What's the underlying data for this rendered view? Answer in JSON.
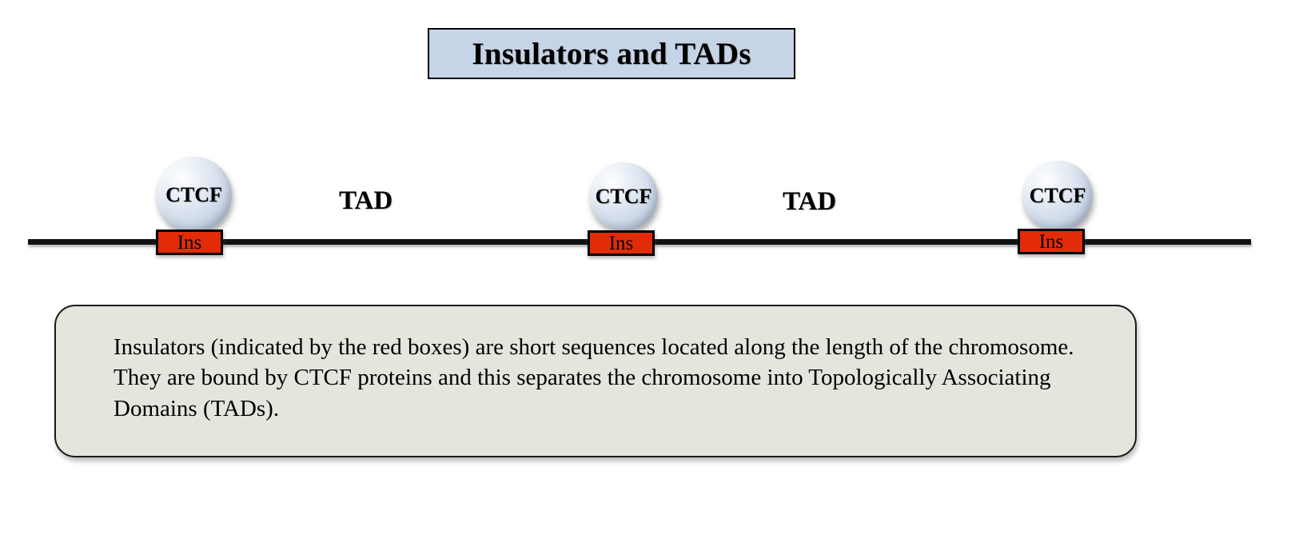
{
  "diagram": {
    "title": "Insulators and TADs",
    "title_box_color": "#c6d4e8",
    "background_color": "#ffffff"
  },
  "chromosome": {
    "line_color": "#111111",
    "proteins": [
      {
        "label": "CTCF",
        "name": "ctcf-protein-left"
      },
      {
        "label": "CTCF",
        "name": "ctcf-protein-middle"
      },
      {
        "label": "CTCF",
        "name": "ctcf-protein-right"
      }
    ],
    "insulators": [
      {
        "label": "Ins",
        "color": "#e22c08"
      },
      {
        "label": "Ins",
        "color": "#e22c08"
      },
      {
        "label": "Ins",
        "color": "#e22c08"
      }
    ],
    "domains": [
      {
        "label": "TAD"
      },
      {
        "label": "TAD"
      }
    ]
  },
  "caption": {
    "box_color": "#e4e5dd",
    "text": "Insulators (indicated by the red boxes) are short sequences located along the length of the chromosome. They are bound by CTCF proteins and this separates the chromosome into Topologically Associating Domains (TADs)."
  }
}
